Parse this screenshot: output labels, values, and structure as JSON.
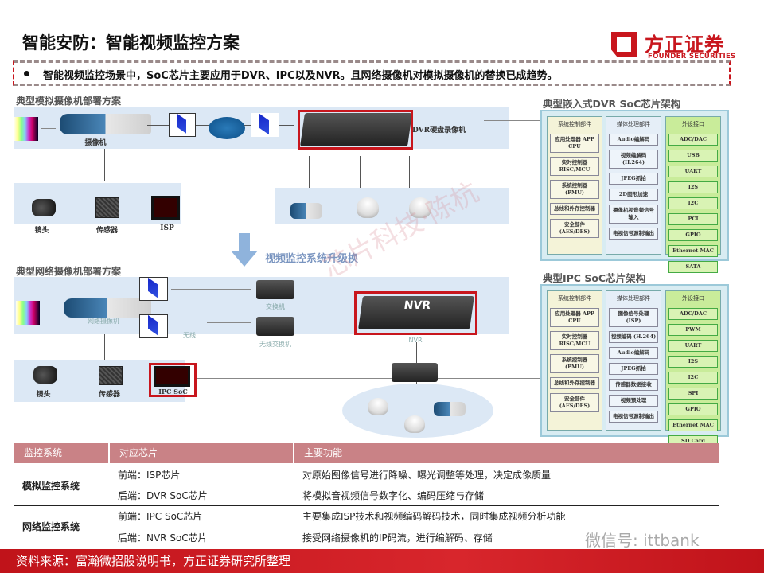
{
  "header": {
    "title": "智能安防：智能视频监控方案",
    "logo_cn": "方正证券",
    "logo_en": "FOUNDER SECURITIES"
  },
  "bullet": "智能视频监控场景中，SoC芯片主要应用于DVR、IPC以及NVR。且网络摄像机对模拟摄像机的替换已成趋势。",
  "diagram": {
    "analog_title": "典型模拟摄像机部署方案",
    "camera": "摄像机",
    "dvr": "DVR硬盘录像机",
    "lens": "镜头",
    "sensor": "传感器",
    "isp": "ISP",
    "upgrade": "视频监控系统升级换",
    "network_title": "典型网络摄像机部署方案",
    "ip_camera": "网络摄像机",
    "wireless": "无线",
    "switch": "交换机",
    "wireless_switch": "无线交换机",
    "nvr": "NVR",
    "nvr_label": "NVR",
    "ipc_soc": "IPC SoC",
    "watermark": "芯片科技·陈杭"
  },
  "dvr_arch": {
    "title": "典型嵌入式DVR SoC芯片架构",
    "columns": [
      {
        "header": "系统控制部件",
        "items": [
          "应用处理器 APP CPU",
          "实时控制器 RISC/MCU",
          "系统控制器 (PMU)",
          "总线和外存控制器",
          "安全部件 (AES/DES)"
        ]
      },
      {
        "header": "媒体处理部件",
        "items": [
          "Audio编解码",
          "视频编解码 (H.264)",
          "JPEG抓拍",
          "2D图形加速",
          "摄像机视音频信号输入",
          "电视信号源制输出"
        ]
      },
      {
        "header": "外设接口",
        "items": [
          "ADC/DAC",
          "USB",
          "UART",
          "I2S",
          "I2C",
          "PCI",
          "GPIO",
          "Ethernet MAC",
          "SATA"
        ]
      }
    ]
  },
  "ipc_arch": {
    "title": "典型IPC SoC芯片架构",
    "columns": [
      {
        "header": "系统控制部件",
        "items": [
          "应用处理器 APP CPU",
          "实时控制器 RISC/MCU",
          "系统控制器 (PMU)",
          "总线和外存控制器",
          "安全部件 (AES/DES)"
        ]
      },
      {
        "header": "媒体处理部件",
        "items": [
          "图像信号处理 (ISP)",
          "视频编码 (H.264)",
          "Audio编解码",
          "JPEG抓拍",
          "传感器数据接收",
          "视频预处理",
          "电视信号源制输出"
        ]
      },
      {
        "header": "外设接口",
        "items": [
          "ADC/DAC",
          "PWM",
          "UART",
          "I2S",
          "I2C",
          "SPI",
          "GPIO",
          "Ethernet MAC",
          "SD Card"
        ]
      }
    ]
  },
  "table": {
    "headers": [
      "监控系统",
      "对应芯片",
      "主要功能"
    ],
    "groups": [
      {
        "system": "模拟监控系统",
        "rows": [
          [
            "前端：ISP芯片",
            "对原始图像信号进行降噪、曝光调整等处理，决定成像质量"
          ],
          [
            "后端：DVR SoC芯片",
            "将模拟音视频信号数字化、编码压缩与存储"
          ]
        ]
      },
      {
        "system": "网络监控系统",
        "rows": [
          [
            "前端：IPC SoC芯片",
            "主要集成ISP技术和视频编码解码技术，同时集成视频分析功能"
          ],
          [
            "后端：NVR SoC芯片",
            "接受网络摄像机的IP码流，进行编解码、存储"
          ]
        ]
      }
    ]
  },
  "watermark": "微信号: ittbank",
  "footer": "资料来源：富瀚微招股说明书，方正证券研究所整理"
}
